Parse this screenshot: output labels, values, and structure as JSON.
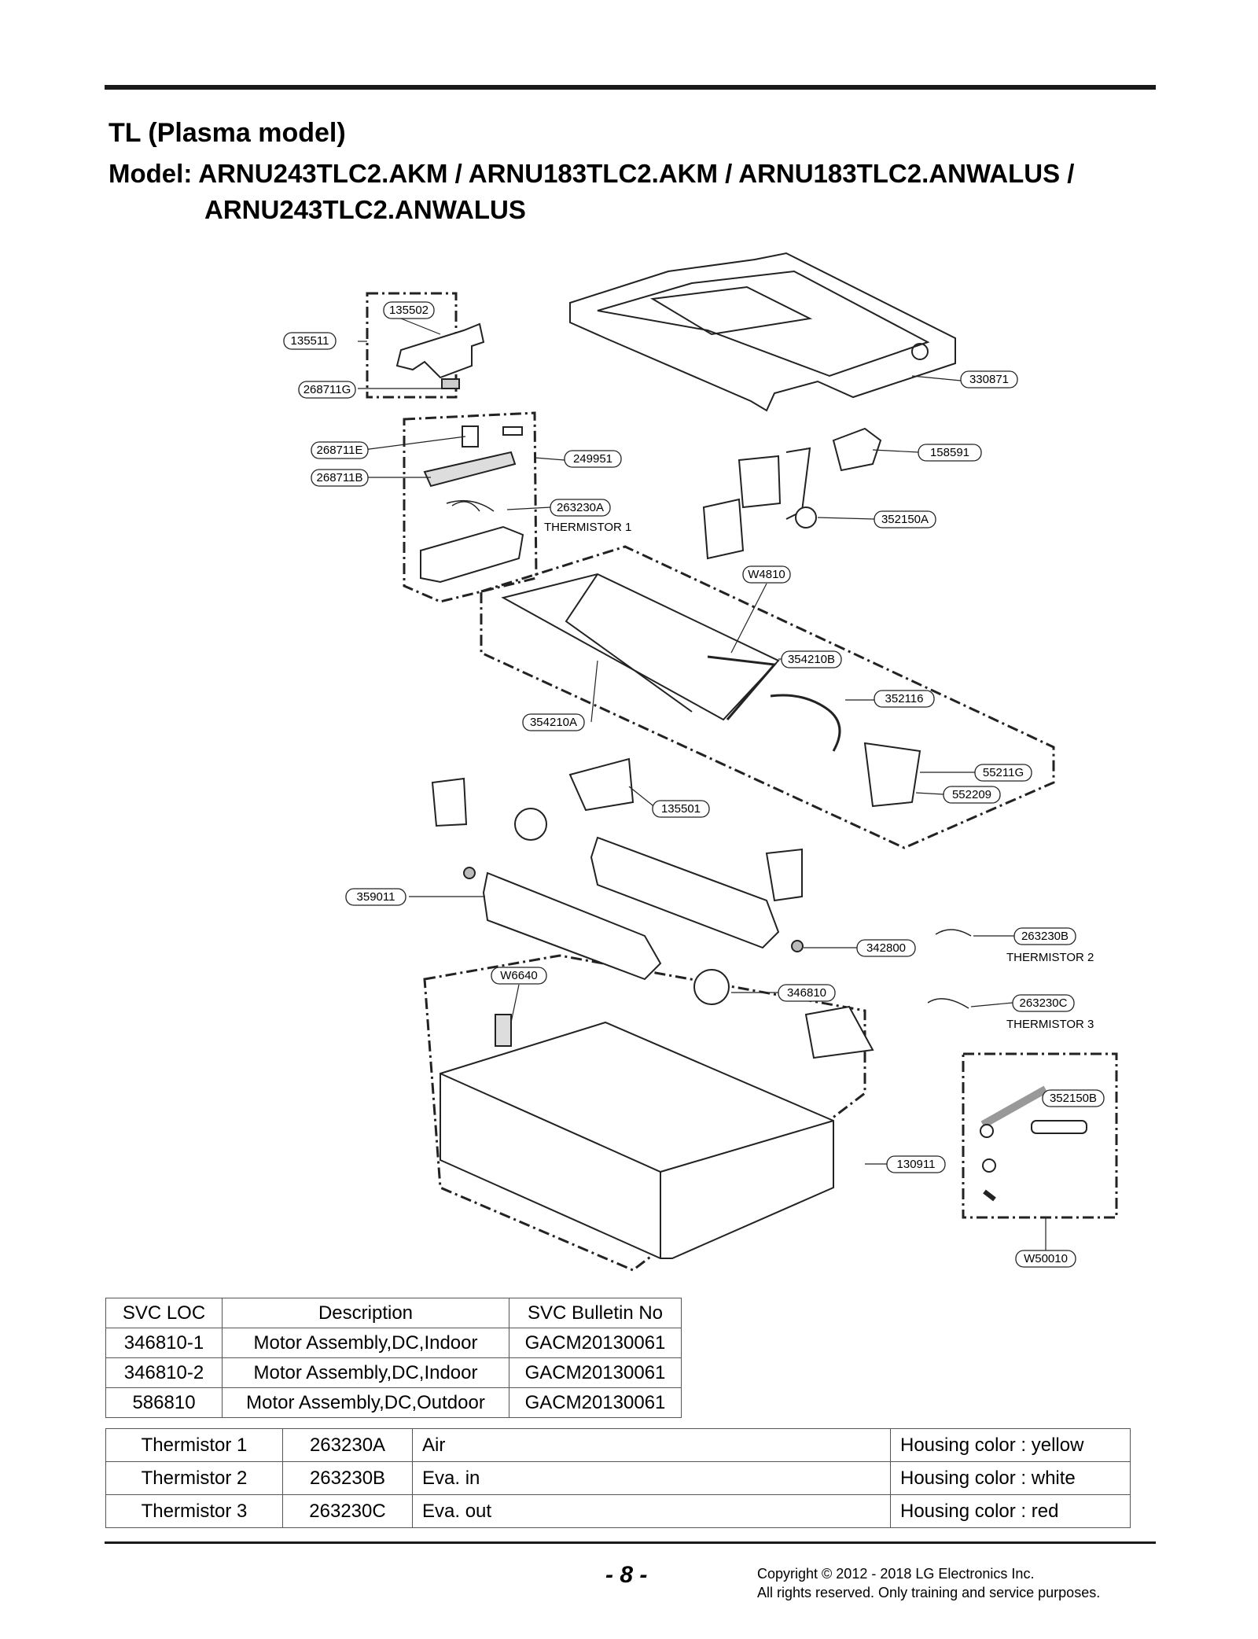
{
  "header": {
    "section_title": "TL (Plasma model)",
    "model_line_1": "Model: ARNU243TLC2.AKM / ARNU183TLC2.AKM / ARNU183TLC2.ANWALUS /",
    "model_line_2": "ARNU243TLC2.ANWALUS"
  },
  "diagram": {
    "callouts": {
      "c135502": "135502",
      "c135511": "135511",
      "c268711G": "268711G",
      "c330871": "330871",
      "c268711E": "268711E",
      "c249951": "249951",
      "c158591": "158591",
      "c268711B": "268711B",
      "c263230A": "263230A",
      "c352150A": "352150A",
      "cW4810": "W4810",
      "c354210B": "354210B",
      "c352116": "352116",
      "c354210A": "354210A",
      "c55211G": "55211G",
      "c552209": "552209",
      "c135501": "135501",
      "c359011": "359011",
      "c263230B": "263230B",
      "c342800": "342800",
      "cW6640": "W6640",
      "c346810": "346810",
      "c263230C": "263230C",
      "c352150B": "352150B",
      "c130911": "130911",
      "cW50010": "W50010"
    },
    "labels": {
      "thermistor1": "THERMISTOR 1",
      "thermistor2": "THERMISTOR 2",
      "thermistor3": "THERMISTOR 3"
    }
  },
  "svc_table": {
    "headers": [
      "SVC LOC",
      "Description",
      "SVC Bulletin No"
    ],
    "rows": [
      [
        "346810-1",
        "Motor Assembly,DC,Indoor",
        "GACM20130061"
      ],
      [
        "346810-2",
        "Motor Assembly,DC,Indoor",
        "GACM20130061"
      ],
      [
        "586810",
        "Motor Assembly,DC,Outdoor",
        "GACM20130061"
      ]
    ]
  },
  "thermistor_table": {
    "rows": [
      [
        "Thermistor 1",
        "263230A",
        "Air",
        "Housing color : yellow"
      ],
      [
        "Thermistor 2",
        "263230B",
        "Eva. in",
        "Housing color : white"
      ],
      [
        "Thermistor 3",
        "263230C",
        "Eva. out",
        "Housing color : red"
      ]
    ]
  },
  "footer": {
    "page_number": "- 8 -",
    "copyright_line_1": "Copyright © 2012 - 2018 LG Electronics Inc.",
    "copyright_line_2": "All rights reserved. Only training and service purposes."
  }
}
